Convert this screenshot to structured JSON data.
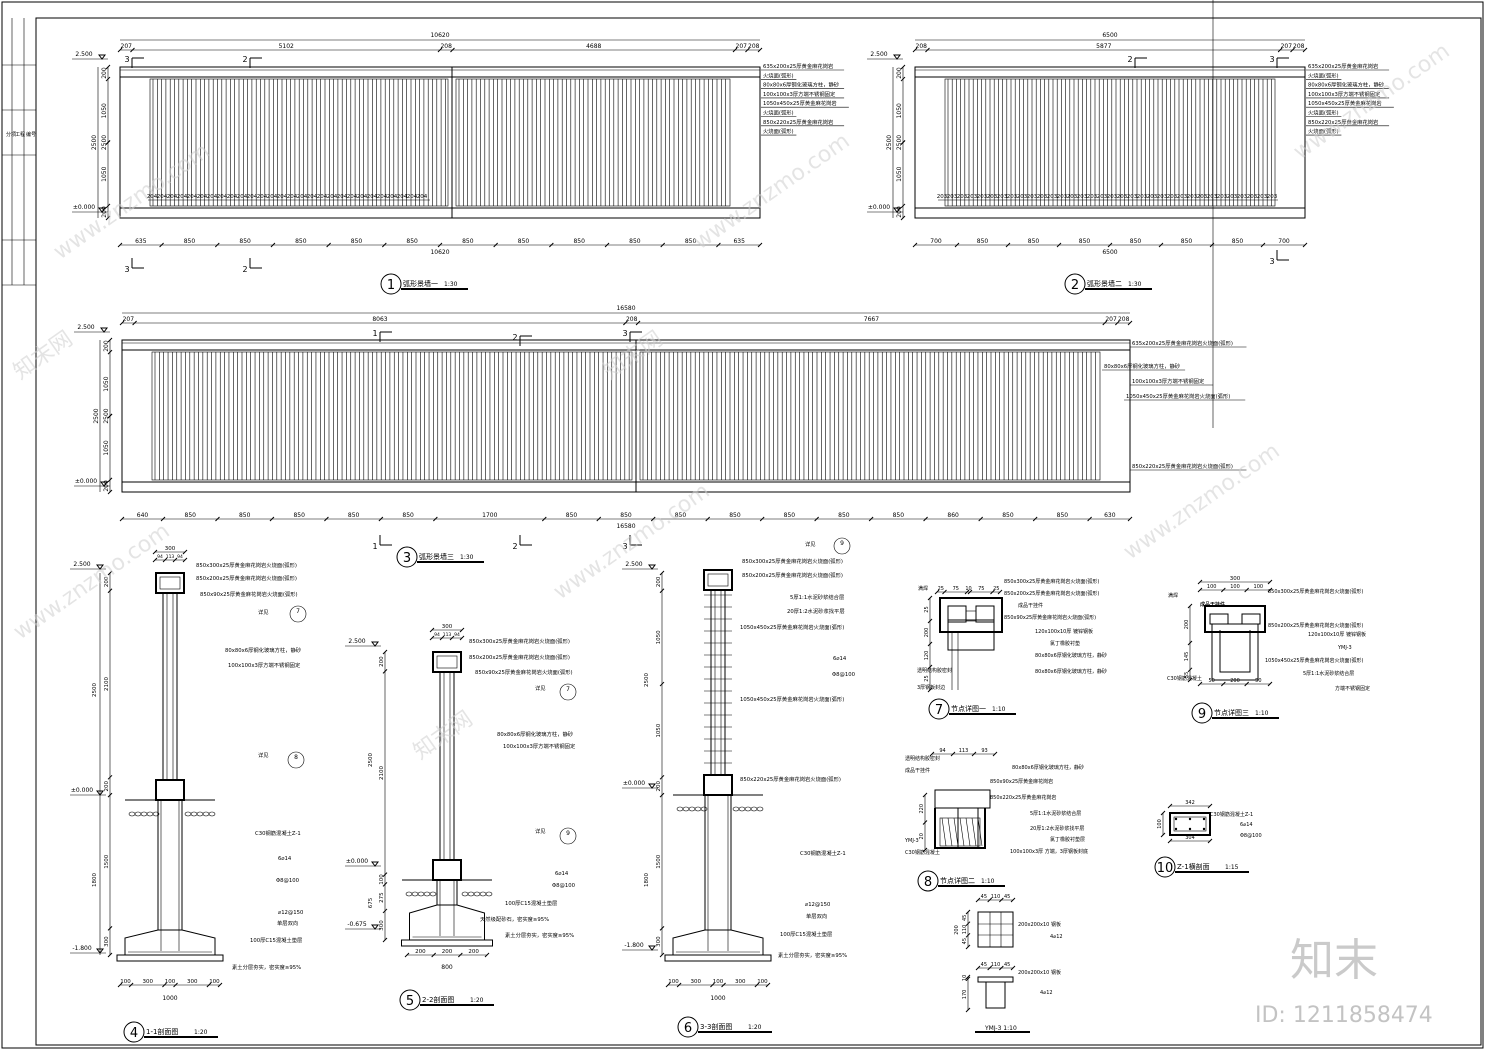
{
  "elevations": [
    {
      "num": "1",
      "title": "弧形景墙一",
      "scale": "1:30",
      "total": "10620",
      "top_dims": [
        "207",
        "5102",
        "208",
        "4688",
        "207",
        "208"
      ],
      "bottom_dims": [
        "635",
        "850",
        "850",
        "850",
        "850",
        "850",
        "850",
        "850",
        "850",
        "850",
        "850",
        "635"
      ],
      "bar_label": "204",
      "levels": [
        "2.500",
        "±0.000"
      ],
      "vert_dims": [
        "200",
        "1050",
        "2500",
        "1050",
        "200"
      ],
      "sections": [
        "3",
        "2"
      ],
      "notes": [
        "635x200x25厚黄金麻花岗岩",
        "火烧面(弧形)",
        "80x80x6厚钢化玻璃方柱，静砂",
        "100x100x3厚方端不锈钢固定",
        "1050x450x25厚黄金麻花岗岩",
        "火烧面(弧形)",
        "850x220x25厚黄金麻花岗岩",
        "火烧面(弧形)"
      ]
    },
    {
      "num": "2",
      "title": "弧形景墙二",
      "scale": "1:30",
      "total": "6500",
      "top_dims": [
        "208",
        "5877",
        "207",
        "208"
      ],
      "bottom_dims": [
        "700",
        "850",
        "850",
        "850",
        "850",
        "850",
        "850",
        "700"
      ],
      "bar_label": "203",
      "levels": [
        "2.500",
        "±0.000"
      ],
      "vert_dims": [
        "200",
        "1050",
        "2500",
        "1050",
        "200"
      ],
      "sections": [
        "2",
        "3"
      ],
      "notes": [
        "635x200x25厚黄金麻花岗岩",
        "火烧面(弧形)",
        "80x80x6厚钢化玻璃方柱，静砂",
        "100x100x3厚方端不锈钢固定",
        "1050x450x25厚黄金麻花岗岩",
        "火烧面(弧形)",
        "850x220x25厚黄金麻花岗岩",
        "火烧面(弧形)"
      ]
    },
    {
      "num": "3",
      "title": "弧形景墙三",
      "scale": "1:30",
      "total": "16580",
      "top_dims": [
        "207",
        "8063",
        "208",
        "7667",
        "207",
        "208"
      ],
      "bottom_dims": [
        "640",
        "850",
        "850",
        "850",
        "850",
        "850",
        "1700",
        "850",
        "850",
        "850",
        "850",
        "850",
        "850",
        "850",
        "860",
        "850",
        "850",
        "630"
      ],
      "levels": [
        "2.500",
        "±0.000"
      ],
      "vert_dims": [
        "200",
        "1050",
        "2500",
        "1050",
        "200"
      ],
      "sections": [
        "1",
        "2",
        "3"
      ],
      "notes": [
        "635x200x25厚黄金麻花岗岩火烧面(弧形)",
        "80x80x6厚钢化玻璃方柱，静砂",
        "100x100x3厚方端不锈钢固定",
        "1050x450x25厚黄金麻花岗岩火烧面(弧形)",
        "850x220x25厚黄金麻花岗岩火烧面(弧形)"
      ]
    }
  ],
  "sections": [
    {
      "num": "4",
      "title": "1-1剖面图",
      "scale": "1:20",
      "top_dims": [
        "300",
        "94",
        "113",
        "94"
      ],
      "bottom_dims": [
        "100",
        "300",
        "100",
        "300",
        "100"
      ],
      "bottom_total": "1000",
      "levels": [
        "2.500",
        "±0.000",
        "-1.800"
      ],
      "vert_dims": [
        "200",
        "2100",
        "2500",
        "200",
        "1500",
        "1800",
        "300"
      ],
      "notes": [
        "850x300x25厚黄金麻花岗岩火烧面(弧形)",
        "850x200x25厚黄金麻花岗岩火烧面(弧形)",
        "850x90x25厚黄金麻花岗岩火烧面(弧形)",
        "详见",
        "80x80x6厚钢化玻璃方柱，静砂",
        "100x100x3厚方端不锈钢固定",
        "详见",
        "C30钢筋混凝土Z-1",
        "6⌀14",
        "Φ8@100",
        "⌀12@150",
        "单层双向",
        "100厚C15混凝土垫层",
        "素土分层夯实，密实度≥95%"
      ],
      "refs": [
        "7",
        "8"
      ]
    },
    {
      "num": "5",
      "title": "2-2剖面图",
      "scale": "1:20",
      "top_dims": [
        "300",
        "94",
        "113",
        "94"
      ],
      "bottom_dims": [
        "200",
        "200",
        "200"
      ],
      "bottom_total": "800",
      "levels": [
        "2.500",
        "±0.000",
        "-0.675"
      ],
      "vert_dims": [
        "200",
        "2100",
        "2500",
        "100",
        "275",
        "675",
        "300"
      ],
      "notes": [
        "850x300x25厚黄金麻花岗岩火烧面(弧形)",
        "850x200x25厚黄金麻花岗岩火烧面(弧形)",
        "850x90x25厚黄金麻花岗岩火烧面(弧形)",
        "详见",
        "80x80x6厚钢化玻璃方柱，静砂",
        "100x100x3厚方端不锈钢固定",
        "详见",
        "6⌀14",
        "Φ8@100",
        "100厚C15混凝土垫层",
        "天然级配砂石，密实度≥95%",
        "素土分层夯实，密实度≥95%"
      ],
      "refs": [
        "7",
        "9"
      ]
    },
    {
      "num": "6",
      "title": "3-3剖面图",
      "scale": "1:20",
      "bottom_dims": [
        "100",
        "300",
        "100",
        "300",
        "100"
      ],
      "bottom_total": "1000",
      "levels": [
        "2.500",
        "±0.000",
        "-1.800"
      ],
      "vert_dims": [
        "200",
        "1050",
        "2500",
        "1050",
        "200",
        "1500",
        "1800",
        "300"
      ],
      "notes": [
        "详见",
        "850x300x25厚黄金麻花岗岩火烧面(弧形)",
        "850x200x25厚黄金麻花岗岩火烧面(弧形)",
        "5厚1:1水泥砂浆结合层",
        "20厚1:2水泥砂浆找平层",
        "1050x450x25厚黄金麻花岗岩火烧面(弧形)",
        "6⌀14",
        "Φ8@100",
        "1050x450x25厚黄金麻花岗岩火烧面(弧形)",
        "850x220x25厚黄金麻花岗岩火烧面(弧形)",
        "C30钢筋混凝土Z-1",
        "⌀12@150",
        "单层双向",
        "100厚C15混凝土垫层",
        "素土分层夯实，密实度≥95%"
      ],
      "refs": [
        "9"
      ]
    }
  ],
  "details": [
    {
      "num": "7",
      "title": "节点详图一",
      "scale": "1:10",
      "top_dims": [
        "25",
        "75",
        "10",
        "75",
        "25"
      ],
      "notes": [
        "850x300x25厚黄金麻花岗岩火烧面(弧形)",
        "850x200x25厚黄金麻花岗岩火烧面(弧形)",
        "成品干挂件",
        "850x90x25厚黄金麻花岗岩火烧面(弧形)",
        "120x100x10厚 镀锌钢板",
        "氯丁橡胶衬垫",
        "80x80x6厚钢化玻璃方柱，静砂"
      ],
      "left_notes": [
        "满焊",
        "透明结构胶密封",
        "3厚钢板封边"
      ],
      "vert_dims": [
        "25",
        "200",
        "120",
        "25"
      ]
    },
    {
      "num": "8",
      "title": "节点详图二",
      "scale": "1:10",
      "top_dims": [
        "94",
        "113",
        "93"
      ],
      "notes": [
        "80x80x6厚钢化玻璃方柱，静砂",
        "850x90x25厚黄金麻花岗岩",
        "850x220x25厚黄金麻花岗岩",
        "5厚1:1水泥砂浆结合层",
        "20厚1:2水泥砂浆找平层",
        "氯丁橡胶衬垫层",
        "100x100x3厚 方端，3厚钢板封底"
      ],
      "left_notes": [
        "透明结构胶密封",
        "成品干挂件",
        "YMJ-3",
        "C30钢筋混凝土"
      ],
      "vert_dims": [
        "220",
        "20"
      ]
    },
    {
      "num": "9",
      "title": "节点详图三",
      "scale": "1:10",
      "top_dims": [
        "300",
        "100",
        "100",
        "100"
      ],
      "notes": [
        "850x300x25厚黄金麻花岗岩火烧面(弧形)",
        "成品干挂件",
        "850x200x25厚黄金麻花岗岩火烧面(弧形)",
        "120x100x10厚 镀锌钢板",
        "YMJ-3",
        "1050x450x25厚黄金麻花岗岩火烧面(弧形)",
        "5厚1:1水泥砂浆结合层",
        "方端不锈钢固定"
      ],
      "left_notes": [
        "满焊",
        "C30钢筋混凝土"
      ],
      "bottom_dims": [
        "50",
        "200",
        "50"
      ],
      "vert_dims": [
        "200",
        "145",
        "55"
      ]
    },
    {
      "num": "10",
      "title": "Z-1横剖面",
      "scale": "1:15",
      "top_dims": [
        "342"
      ],
      "bottom_dims": [
        "304"
      ],
      "notes": [
        "C30钢筋混凝土Z-1",
        "6⌀14",
        "Φ8@100"
      ],
      "vert_dims": [
        "100"
      ]
    }
  ],
  "embed": {
    "title": "YMJ-3",
    "scale": "1:10",
    "dims_a": [
      "45",
      "110",
      "45"
    ],
    "note_a": [
      "200x200x10 钢板",
      "4⌀12"
    ],
    "dims_b": [
      "45",
      "110",
      "45"
    ],
    "note_b": [
      "200x200x10 钢板",
      "4⌀12"
    ],
    "vert_a": [
      "200",
      "45",
      "110",
      "45"
    ],
    "vert_b": [
      "170",
      "10"
    ]
  },
  "title_block": [
    "分项",
    "工程",
    "编号"
  ],
  "watermark": {
    "logo": "知末",
    "id": "ID: 1211858474",
    "site": "www.znzmo.com",
    "brand": "知末网"
  }
}
